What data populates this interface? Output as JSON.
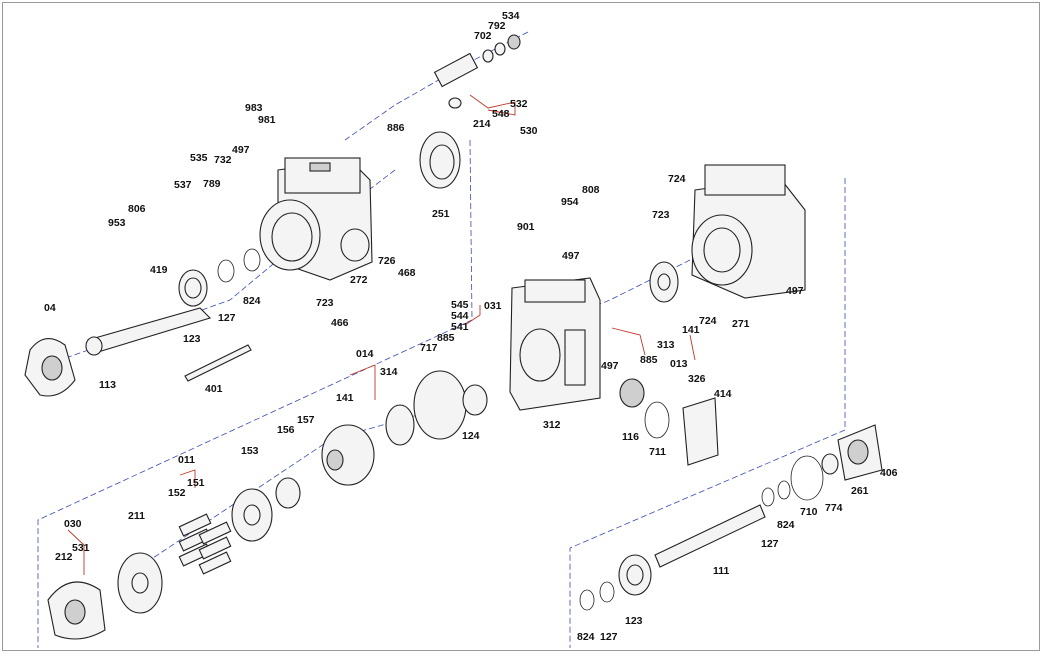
{
  "callouts": [
    {
      "id": "534",
      "text": "534"
    },
    {
      "id": "792",
      "text": "792"
    },
    {
      "id": "702",
      "text": "702"
    },
    {
      "id": "532",
      "text": "532"
    },
    {
      "id": "548",
      "text": "548"
    },
    {
      "id": "214",
      "text": "214"
    },
    {
      "id": "530",
      "text": "530"
    },
    {
      "id": "983",
      "text": "983"
    },
    {
      "id": "981",
      "text": "981"
    },
    {
      "id": "497a",
      "text": "497"
    },
    {
      "id": "732",
      "text": "732"
    },
    {
      "id": "535",
      "text": "535"
    },
    {
      "id": "789",
      "text": "789"
    },
    {
      "id": "537",
      "text": "537"
    },
    {
      "id": "806",
      "text": "806"
    },
    {
      "id": "953",
      "text": "953"
    },
    {
      "id": "419",
      "text": "419"
    },
    {
      "id": "886",
      "text": "886"
    },
    {
      "id": "251",
      "text": "251"
    },
    {
      "id": "726",
      "text": "726"
    },
    {
      "id": "468",
      "text": "468"
    },
    {
      "id": "272",
      "text": "272"
    },
    {
      "id": "723a",
      "text": "723"
    },
    {
      "id": "466",
      "text": "466"
    },
    {
      "id": "824a",
      "text": "824"
    },
    {
      "id": "127a",
      "text": "127"
    },
    {
      "id": "123a",
      "text": "123"
    },
    {
      "id": "04",
      "text": "04"
    },
    {
      "id": "113",
      "text": "113"
    },
    {
      "id": "401",
      "text": "401"
    },
    {
      "id": "724a",
      "text": "724"
    },
    {
      "id": "723b",
      "text": "723"
    },
    {
      "id": "954",
      "text": "954"
    },
    {
      "id": "808",
      "text": "808"
    },
    {
      "id": "901",
      "text": "901"
    },
    {
      "id": "497b",
      "text": "497"
    },
    {
      "id": "545",
      "text": "545"
    },
    {
      "id": "031",
      "text": "031"
    },
    {
      "id": "544",
      "text": "544"
    },
    {
      "id": "541",
      "text": "541"
    },
    {
      "id": "885a",
      "text": "885"
    },
    {
      "id": "717",
      "text": "717"
    },
    {
      "id": "014",
      "text": "014"
    },
    {
      "id": "314",
      "text": "314"
    },
    {
      "id": "141a",
      "text": "141"
    },
    {
      "id": "124",
      "text": "124"
    },
    {
      "id": "312",
      "text": "312"
    },
    {
      "id": "497c",
      "text": "497"
    },
    {
      "id": "885b",
      "text": "885"
    },
    {
      "id": "313",
      "text": "313"
    },
    {
      "id": "141b",
      "text": "141"
    },
    {
      "id": "013",
      "text": "013"
    },
    {
      "id": "724b",
      "text": "724"
    },
    {
      "id": "271",
      "text": "271"
    },
    {
      "id": "497d",
      "text": "497"
    },
    {
      "id": "326",
      "text": "326"
    },
    {
      "id": "414",
      "text": "414"
    },
    {
      "id": "116",
      "text": "116"
    },
    {
      "id": "711",
      "text": "711"
    },
    {
      "id": "157",
      "text": "157"
    },
    {
      "id": "156",
      "text": "156"
    },
    {
      "id": "153",
      "text": "153"
    },
    {
      "id": "011",
      "text": "011"
    },
    {
      "id": "151",
      "text": "151"
    },
    {
      "id": "152",
      "text": "152"
    },
    {
      "id": "211",
      "text": "211"
    },
    {
      "id": "030",
      "text": "030"
    },
    {
      "id": "531",
      "text": "531"
    },
    {
      "id": "212",
      "text": "212"
    },
    {
      "id": "406",
      "text": "406"
    },
    {
      "id": "261",
      "text": "261"
    },
    {
      "id": "774",
      "text": "774"
    },
    {
      "id": "710",
      "text": "710"
    },
    {
      "id": "824b",
      "text": "824"
    },
    {
      "id": "127b",
      "text": "127"
    },
    {
      "id": "111",
      "text": "111"
    },
    {
      "id": "824c",
      "text": "824"
    },
    {
      "id": "127c",
      "text": "127"
    },
    {
      "id": "123b",
      "text": "123"
    }
  ]
}
